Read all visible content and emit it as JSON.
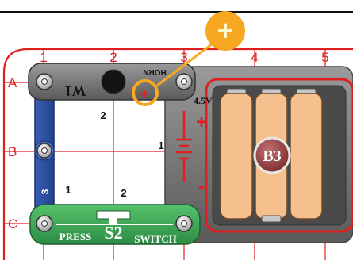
{
  "grid": {
    "columns": [
      "1",
      "2",
      "3",
      "4",
      "5"
    ],
    "rows": [
      "A",
      "B",
      "C"
    ]
  },
  "horn": {
    "label": "HORN",
    "id": "W1",
    "plus_sign": "+",
    "wire_label": "2",
    "color": "#6e6e6e"
  },
  "battery_pack": {
    "id": "B3",
    "voltage": "4.5V",
    "plus_sign": "+",
    "minus_sign": "-",
    "wire_label": "1",
    "color": "#5e5e5e",
    "cell_color": "#f6c08e"
  },
  "jumper": {
    "label": "3",
    "color": "#2d4ea3"
  },
  "switch": {
    "id": "S2",
    "label_left": "PRESS",
    "label_right": "SWITCH",
    "color": "#3aa655",
    "wire_label_2": "2",
    "wire_label_1": "1"
  },
  "callout": {
    "symbol": "+",
    "color": "#f7a823"
  },
  "colors": {
    "grid_red": "#e02020",
    "accent_orange": "#f7a823"
  }
}
